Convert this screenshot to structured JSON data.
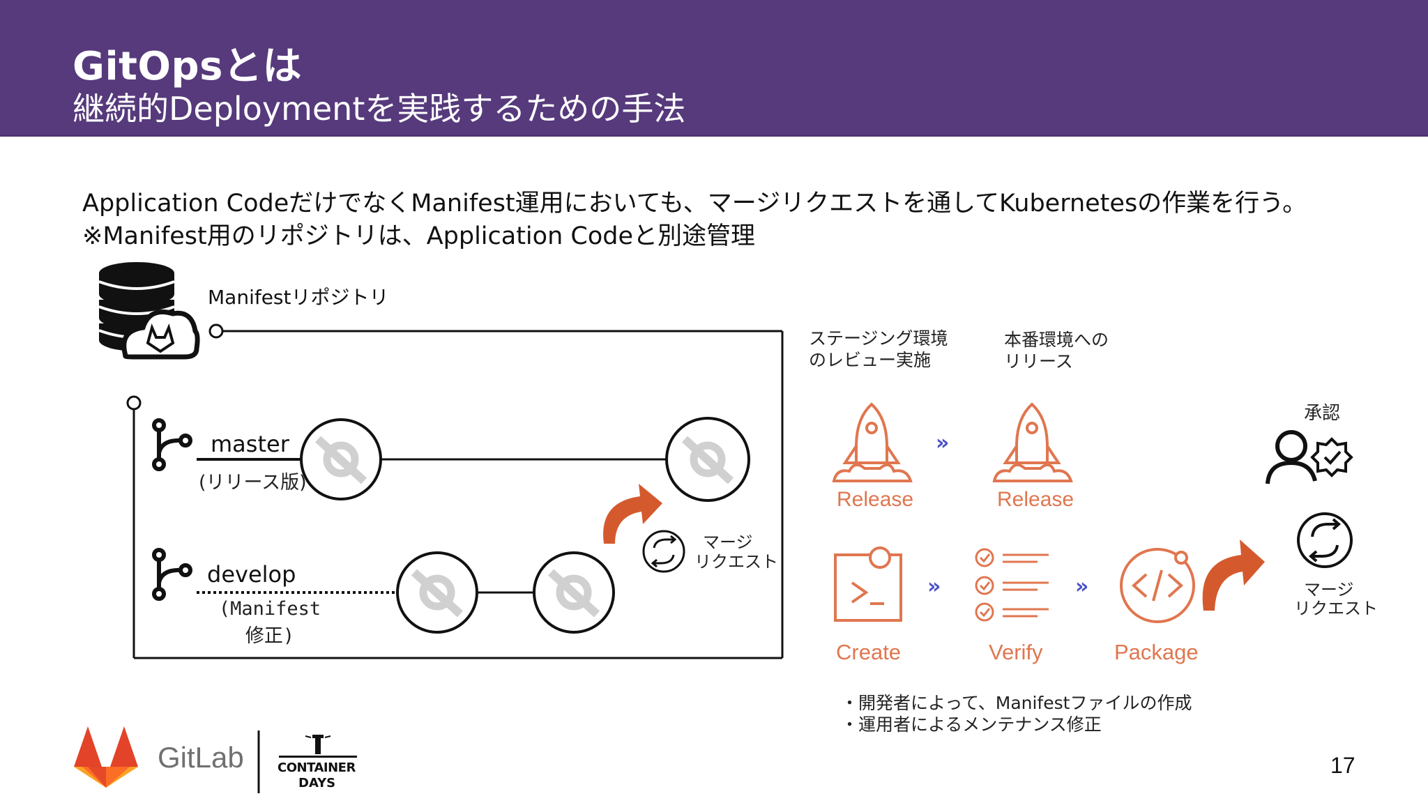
{
  "header": {
    "title": "GitOpsとは",
    "subtitle": "継続的Deploymentを実践するための手法"
  },
  "description": {
    "line1": "Application CodeだけでなくManifest運用においても、マージリクエストを通してKubernetesの作業を行う。",
    "line2": "※Manifest用のリポジトリは、Application Codeと別途管理"
  },
  "diagram": {
    "repo_label": "Manifestリポジトリ",
    "master_label": "master",
    "master_sub": "(リリース版)",
    "develop_label": "develop",
    "develop_sub1": "(Manifest",
    "develop_sub2": "修正)",
    "merge_request_line1": "マージ",
    "merge_request_line2": "リクエスト"
  },
  "pipeline": {
    "staging_line1": "ステージング環境",
    "staging_line2": "のレビュー実施",
    "production_line1": "本番環境への",
    "production_line2": "リリース",
    "release1": "Release",
    "release2": "Release",
    "create": "Create",
    "verify": "Verify",
    "package": "Package",
    "approval": "承認",
    "mr_line1": "マージ",
    "mr_line2": "リクエスト",
    "chevron": "»",
    "bullet1": "・開発者によって、Manifestファイルの作成",
    "bullet2": "・運用者によるメンテナンス修正"
  },
  "footer": {
    "gitlab": "GitLab",
    "container_line1": "CONTAINER",
    "container_line2": "DAYS",
    "page_number": "17"
  },
  "colors": {
    "header_bg": "#563a7c",
    "accent_orange": "#e0764f",
    "arrow_orange": "#d45a2e",
    "chevron_blue": "#4a52c8"
  }
}
